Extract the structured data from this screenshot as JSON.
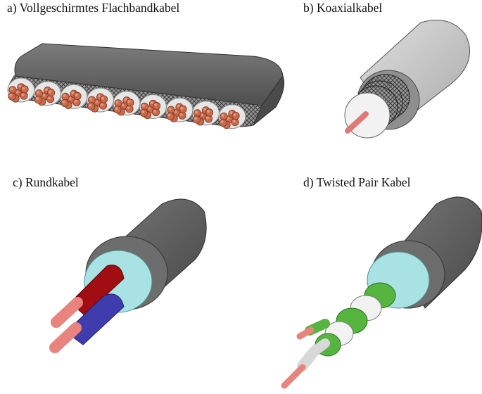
{
  "panels": {
    "a": {
      "label": "a) Vollgeschirmtes Flachbandkabel",
      "conductor_count": 9
    },
    "b": {
      "label": "b) Koaxialkabel"
    },
    "c": {
      "label": "c) Rundkabel"
    },
    "d": {
      "label": "d) Twisted Pair Kabel"
    }
  },
  "colors": {
    "jacket": "#5c5c5c",
    "jacket_light": "#7a7a7a",
    "copper": "#c86a4c",
    "copper_light": "#e8957a",
    "conductor_tip": "#e9837e",
    "shield_braid": "#8a8a8a",
    "filler_cyan": "#a8e2e2",
    "coax_outer": "#c9c9c9",
    "coax_dielectric": "#f4f4f4",
    "insulation_red": "#a00d12",
    "insulation_blue": "#3f3cae",
    "insulation_green": "#55b53e",
    "insulation_white": "#f2f2f2"
  }
}
